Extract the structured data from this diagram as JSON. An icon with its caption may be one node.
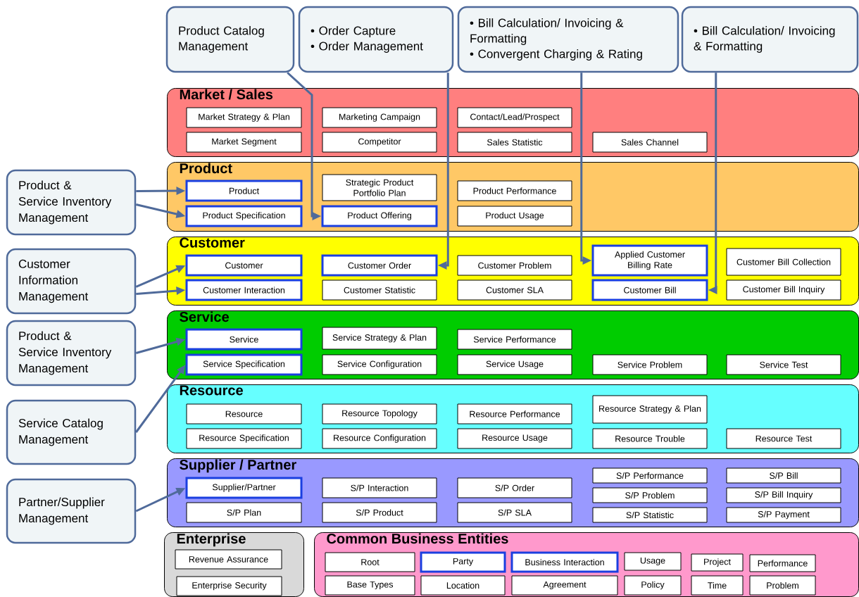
{
  "diagram": {
    "nodes": [
      {
        "text": [
          "Product Catalog Management"
        ]
      },
      {
        "text": [
          "• Order Capture",
          "• Order Management"
        ]
      },
      {
        "text": [
          "• Bill Calculation/ Invoicing & Formatting",
          "• Convergent Charging & Rating"
        ]
      },
      {
        "text": [
          "• Bill Calculation/ Invoicing & Formatting"
        ]
      },
      {
        "text": [
          "Product & Service Inventory Management"
        ]
      },
      {
        "text": [
          "Customer Information Management"
        ]
      },
      {
        "text": [
          "Product & Service Inventory Management"
        ]
      },
      {
        "text": [
          "Service Catalog Management"
        ]
      },
      {
        "text": [
          "Partner/Supplier Management"
        ]
      },
      {
        "text": [
          "Market / Sales"
        ]
      },
      {
        "text": [
          "Market Strategy & Plan"
        ],
        "in": 9
      },
      {
        "text": [
          "Marketing Campaign"
        ],
        "in": 9
      },
      {
        "text": [
          "Contact/Lead/Prospect"
        ],
        "in": 9
      },
      {
        "text": [
          "Market Segment"
        ],
        "in": 9
      },
      {
        "text": [
          "Competitor"
        ],
        "in": 9
      },
      {
        "text": [
          "Sales Statistic"
        ],
        "in": 9
      },
      {
        "text": [
          "Sales Channel"
        ],
        "in": 9
      },
      {
        "text": [
          "Product"
        ]
      },
      {
        "text": [
          "Product"
        ],
        "in": 17
      },
      {
        "text": [
          "Strategic Product Portfolio Plan"
        ],
        "in": 17
      },
      {
        "text": [
          "Product Performance"
        ],
        "in": 17
      },
      {
        "text": [
          "Product Specification"
        ],
        "in": 17
      },
      {
        "text": [
          "Product Offering"
        ],
        "in": 17
      },
      {
        "text": [
          "Product Usage"
        ],
        "in": 17
      },
      {
        "text": [
          "Customer"
        ]
      },
      {
        "text": [
          "Customer"
        ],
        "in": 24
      },
      {
        "text": [
          "Customer Order"
        ],
        "in": 24
      },
      {
        "text": [
          "Customer Problem"
        ],
        "in": 24
      },
      {
        "text": [
          "Applied Customer Billing Rate"
        ],
        "in": 24
      },
      {
        "text": [
          "Customer Bill Collection"
        ],
        "in": 24
      },
      {
        "text": [
          "Customer Interaction"
        ],
        "in": 24
      },
      {
        "text": [
          "Customer Statistic"
        ],
        "in": 24
      },
      {
        "text": [
          "Customer SLA"
        ],
        "in": 24
      },
      {
        "text": [
          "Customer Bill"
        ],
        "in": 24
      },
      {
        "text": [
          "Customer Bill Inquiry"
        ],
        "in": 24
      },
      {
        "text": [
          "Service"
        ]
      },
      {
        "text": [
          "Service"
        ],
        "in": 35
      },
      {
        "text": [
          "Service Strategy & Plan"
        ],
        "in": 35
      },
      {
        "text": [
          "Service Performance"
        ],
        "in": 35
      },
      {
        "text": [
          "Service Specification"
        ],
        "in": 35
      },
      {
        "text": [
          "Service Configuration"
        ],
        "in": 35
      },
      {
        "text": [
          "Service Usage"
        ],
        "in": 35
      },
      {
        "text": [
          "Service Problem"
        ],
        "in": 35
      },
      {
        "text": [
          "Service Test"
        ],
        "in": 35
      },
      {
        "text": [
          "Resource"
        ]
      },
      {
        "text": [
          "Resource"
        ],
        "in": 44
      },
      {
        "text": [
          "Resource Topology"
        ],
        "in": 44
      },
      {
        "text": [
          "Resource Performance"
        ],
        "in": 44
      },
      {
        "text": [
          "Resource Strategy & Plan"
        ],
        "in": 44
      },
      {
        "text": [
          "Resource Specification"
        ],
        "in": 44
      },
      {
        "text": [
          "Resource Configuration"
        ],
        "in": 44
      },
      {
        "text": [
          "Resource Usage"
        ],
        "in": 44
      },
      {
        "text": [
          "Resource Trouble"
        ],
        "in": 44
      },
      {
        "text": [
          "Resource Test"
        ],
        "in": 44
      },
      {
        "text": [
          "Supplier / Partner"
        ]
      },
      {
        "text": [
          "Supplier/Partner"
        ],
        "in": 54
      },
      {
        "text": [
          "S/P Interaction"
        ],
        "in": 54
      },
      {
        "text": [
          "S/P Performance"
        ],
        "in": 54
      },
      {
        "text": [
          "S/P Bill"
        ],
        "in": 54
      },
      {
        "text": [
          "S/P Order"
        ],
        "in": 54
      },
      {
        "text": [
          "S/P Problem"
        ],
        "in": 54
      },
      {
        "text": [
          "S/P Bill Inquiry"
        ],
        "in": 54
      },
      {
        "text": [
          "S/P Plan"
        ],
        "in": 54
      },
      {
        "text": [
          "S/P Product"
        ],
        "in": 54
      },
      {
        "text": [
          "S/P SLA"
        ],
        "in": 54
      },
      {
        "text": [
          "S/P Statistic"
        ],
        "in": 54
      },
      {
        "text": [
          "S/P Payment"
        ],
        "in": 54
      },
      {
        "text": [
          "Enterprise"
        ]
      },
      {
        "text": [
          "Revenue Assurance"
        ],
        "in": 67
      },
      {
        "text": [
          "Enterprise Security"
        ],
        "in": 67
      },
      {
        "text": [
          "Common Business Entities"
        ]
      },
      {
        "text": [
          "Root"
        ],
        "in": 70
      },
      {
        "text": [
          "Party"
        ],
        "in": 70
      },
      {
        "text": [
          "Business Interaction"
        ],
        "in": 70
      },
      {
        "text": [
          "Usage"
        ],
        "in": 70
      },
      {
        "text": [
          "Project"
        ],
        "in": 70
      },
      {
        "text": [
          "Performance"
        ],
        "in": 70
      },
      {
        "text": [
          "Base Types"
        ],
        "in": 70
      },
      {
        "text": [
          "Location"
        ],
        "in": 70
      },
      {
        "text": [
          "Agreement"
        ],
        "in": 70
      },
      {
        "text": [
          "Policy"
        ],
        "in": 70
      },
      {
        "text": [
          "Time"
        ],
        "in": 70
      },
      {
        "text": [
          "Problem"
        ],
        "in": 70
      }
    ],
    "edges": [
      {
        "from": 0,
        "to": 22,
        "arrow": "to"
      },
      {
        "from": 1,
        "to": 26,
        "arrow": "to"
      },
      {
        "from": 2,
        "to": 28,
        "arrow": "to"
      },
      {
        "from": 3,
        "to": 33,
        "arrow": "to"
      },
      {
        "from": 4,
        "to": 18,
        "arrow": "to"
      },
      {
        "from": 4,
        "to": 21,
        "arrow": "to"
      },
      {
        "from": 5,
        "to": 25,
        "arrow": "to"
      },
      {
        "from": 5,
        "to": 30,
        "arrow": "to"
      },
      {
        "from": 6,
        "to": 36,
        "arrow": "to"
      },
      {
        "from": 7,
        "to": 39,
        "arrow": "to"
      },
      {
        "from": 8,
        "to": 55,
        "arrow": "to"
      }
    ]
  }
}
